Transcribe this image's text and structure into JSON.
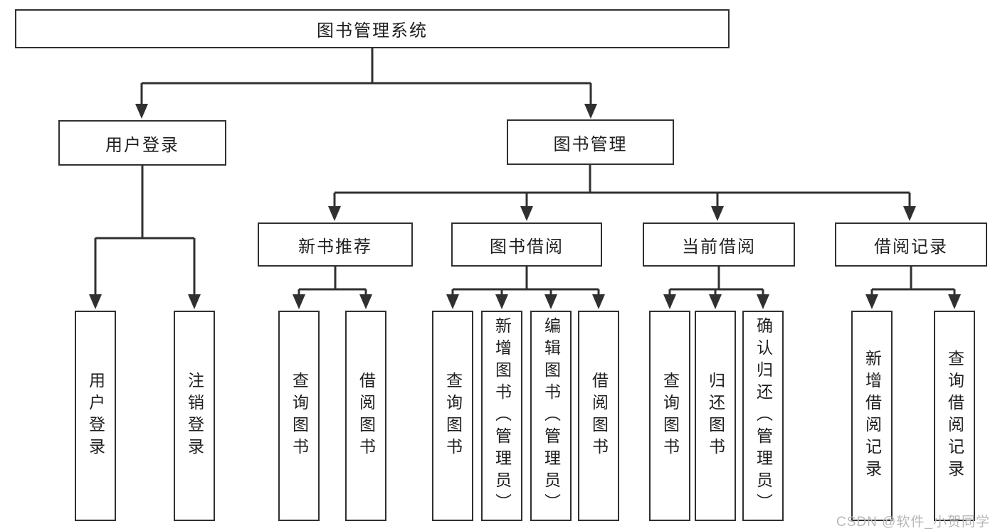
{
  "tree": {
    "root": {
      "label": "图书管理系统"
    },
    "branches": [
      {
        "label": "用户登录",
        "children": [
          {
            "label": "用户登录"
          },
          {
            "label": "注销登录"
          }
        ]
      },
      {
        "label": "图书管理",
        "children": [
          {
            "label": "新书推荐",
            "children": [
              {
                "label": "查询图书"
              },
              {
                "label": "借阅图书"
              }
            ]
          },
          {
            "label": "图书借阅",
            "children": [
              {
                "label": "查询图书"
              },
              {
                "label": "新增图书（管理员）"
              },
              {
                "label": "编辑图书（管理员）"
              },
              {
                "label": "借阅图书"
              }
            ]
          },
          {
            "label": "当前借阅",
            "children": [
              {
                "label": "查询图书"
              },
              {
                "label": "归还图书"
              },
              {
                "label": "确认归还（管理员）"
              }
            ]
          },
          {
            "label": "借阅记录",
            "children": [
              {
                "label": "新增借阅记录"
              },
              {
                "label": "查询借阅记录"
              }
            ]
          }
        ]
      }
    ]
  },
  "watermark": "CSDN @软件_小贺同学",
  "colors": {
    "line": "#303030",
    "box_border": "#303030",
    "text": "#1e1e1e",
    "watermark": "#b8b8b8",
    "background": "#ffffff"
  }
}
